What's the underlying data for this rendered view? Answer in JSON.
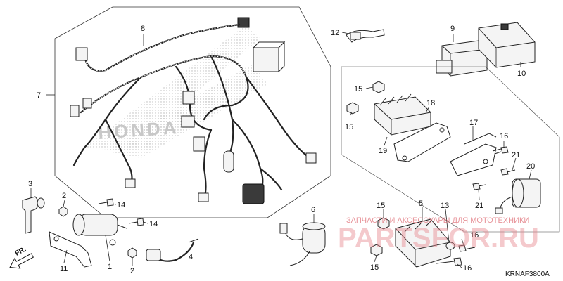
{
  "callouts": {
    "n1": "1",
    "n2a": "2",
    "n2b": "2",
    "n3": "3",
    "n4": "4",
    "n5": "5",
    "n6": "6",
    "n7": "7",
    "n8": "8",
    "n9": "9",
    "n10": "10",
    "n11": "11",
    "n12": "12",
    "n13": "13",
    "n14a": "14",
    "n14b": "14",
    "n15a": "15",
    "n15b": "15",
    "n15c": "15",
    "n15d": "15",
    "n16a": "16",
    "n16b": "16",
    "n16c": "16",
    "n17": "17",
    "n18": "18",
    "n19": "19",
    "n20": "20",
    "n21a": "21",
    "n21b": "21"
  },
  "direction_label": "FR.",
  "diagram_code": "KRNAF3800A",
  "watermark": {
    "caption": "ЗАПЧАСТИ И АКСЕССУАРЫ ДЛЯ МОТОТЕХНИКИ",
    "site": "PARTSFOR.RU"
  },
  "background_logo": "HONDA",
  "colors": {
    "line": "#222222",
    "watermark": "#e07078",
    "shade": "#cfcfcf"
  }
}
